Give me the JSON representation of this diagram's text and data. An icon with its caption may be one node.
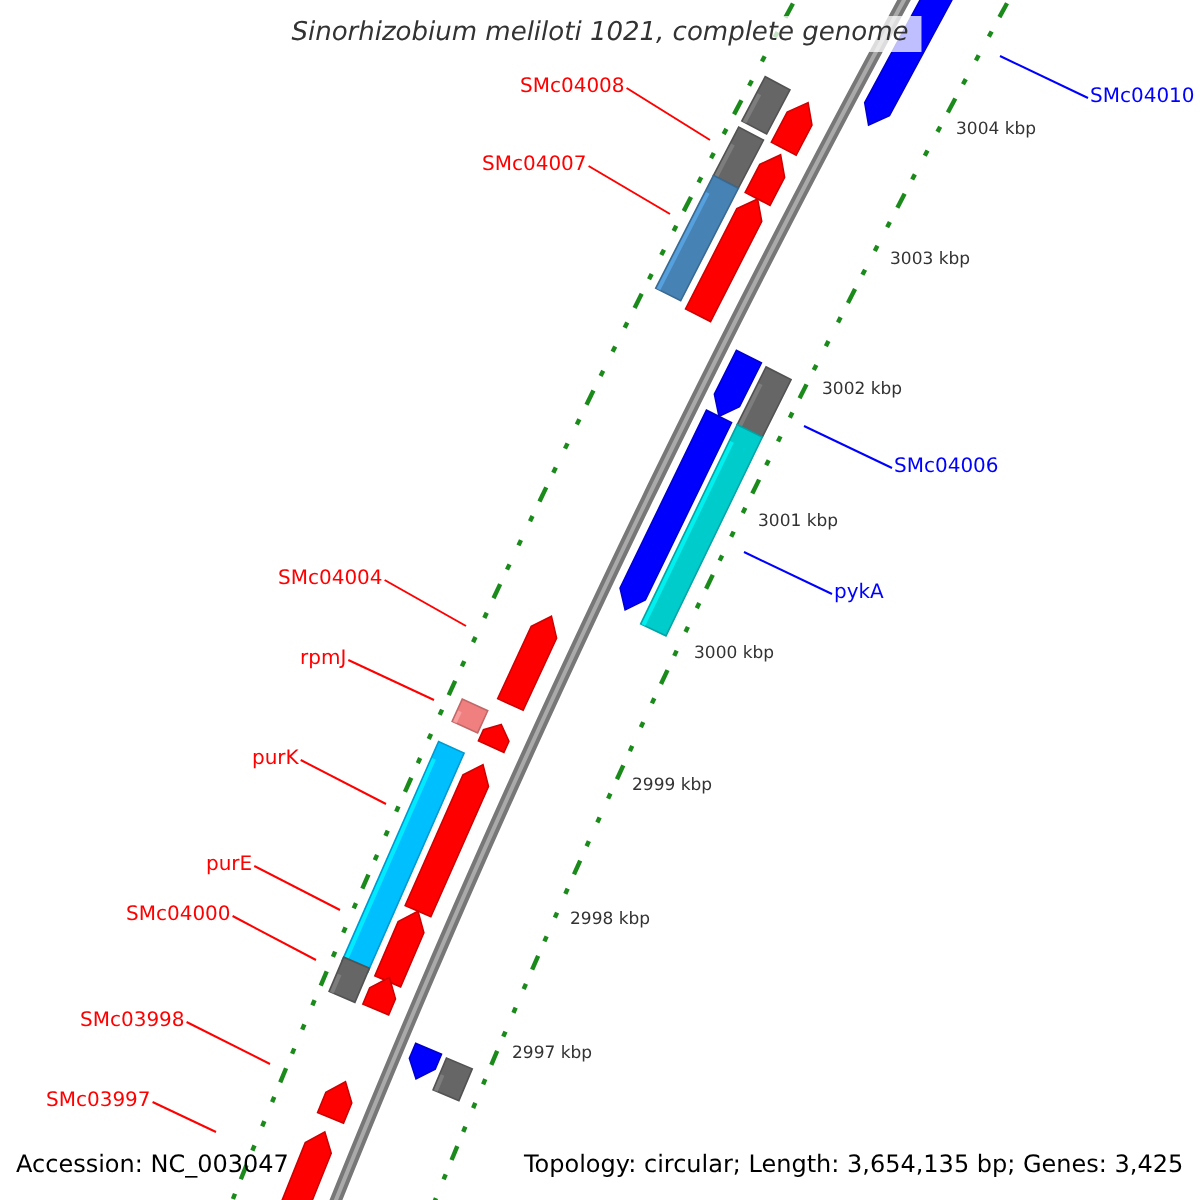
{
  "diagram": {
    "title": "Sinorhizobium meliloti 1021, complete genome",
    "nodes": [
      {
        "text": [
          "SMc04008"
        ]
      },
      {
        "text": [
          "SMc04007"
        ]
      },
      {
        "text": [
          "SMc04010"
        ]
      },
      {
        "text": [
          "SMc04006"
        ]
      },
      {
        "text": [
          "pykA"
        ]
      },
      {
        "text": [
          "SMc04004"
        ]
      },
      {
        "text": [
          "rpmJ"
        ]
      },
      {
        "text": [
          "purK"
        ]
      },
      {
        "text": [
          "purE"
        ]
      },
      {
        "text": [
          "SMc04000"
        ]
      },
      {
        "text": [
          "SMc03998"
        ]
      },
      {
        "text": [
          "SMc03997"
        ]
      }
    ],
    "edges": [
      {
        "from": 0,
        "to": null,
        "arrow": "none"
      },
      {
        "from": 1,
        "to": null,
        "arrow": "none"
      },
      {
        "from": 2,
        "to": null,
        "arrow": "none",
        "color": "#0000ff"
      },
      {
        "from": 3,
        "to": null,
        "arrow": "none",
        "color": "#0000ff"
      },
      {
        "from": 4,
        "to": null,
        "arrow": "none",
        "color": "#0000ff"
      },
      {
        "from": 5,
        "to": null,
        "arrow": "none"
      },
      {
        "from": 6,
        "to": null,
        "arrow": "none"
      },
      {
        "from": 7,
        "to": null,
        "arrow": "none"
      },
      {
        "from": 8,
        "to": null,
        "arrow": "none"
      },
      {
        "from": 9,
        "to": null,
        "arrow": "none"
      },
      {
        "from": 10,
        "to": null,
        "arrow": "none"
      },
      {
        "from": 11,
        "to": null,
        "arrow": "none"
      }
    ],
    "labels": [
      "3004 kbp",
      "3003 kbp",
      "3002 kbp",
      "3001 kbp",
      "3000 kbp",
      "2999 kbp",
      "2998 kbp",
      "2997 kbp",
      "Accession: NC_003047",
      "Topology: circular; Length: 3,654,135 bp; Genes: 3,425"
    ]
  }
}
